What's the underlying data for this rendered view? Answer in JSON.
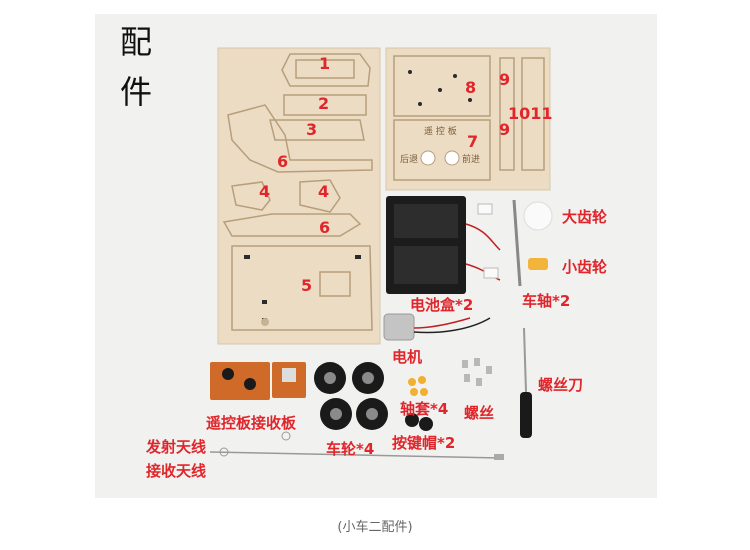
{
  "title": {
    "line1": "配",
    "line2": "件"
  },
  "board_numbers": {
    "n1": "1",
    "n2": "2",
    "n3": "3",
    "n4a": "4",
    "n4b": "4",
    "n5": "5",
    "n6a": "6",
    "n6b": "6",
    "n7": "7",
    "n8": "8",
    "n9a": "9",
    "n9b": "9",
    "n1011": "1011"
  },
  "board_engraving": {
    "remote": "遥 控 板",
    "back": "后退",
    "forward": "前进"
  },
  "labels": {
    "big_gear": "大齿轮",
    "small_gear": "小齿轮",
    "battery_box": "电池盒*2",
    "axle": "车轴*2",
    "motor": "电机",
    "screwdriver": "螺丝刀",
    "bushing": "轴套*4",
    "screws": "螺丝",
    "remote_receiver": "遥控板接收板",
    "wheels": "车轮*4",
    "button_caps": "按键帽*2",
    "tx_antenna": "发射天线",
    "rx_antenna": "接收天线"
  },
  "caption": "(小车二配件)",
  "colors": {
    "label_red": "#e0262b",
    "wood": "#ecdcc4",
    "background": "#f1f1f0"
  }
}
